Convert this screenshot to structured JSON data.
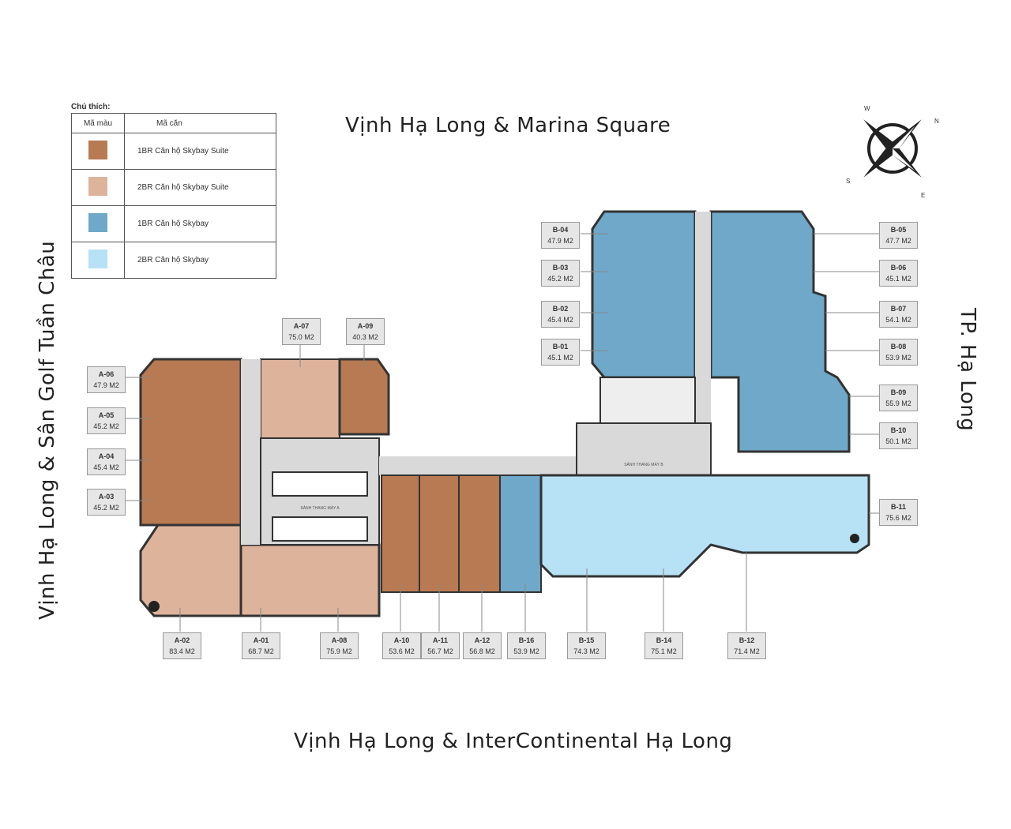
{
  "legend": {
    "title": "Chú thích:",
    "header_color": "Mã màu",
    "header_code": "Mã căn",
    "items": [
      {
        "label": "1BR Căn hộ Skybay Suite",
        "color": "#b87a52"
      },
      {
        "label": "2BR Căn hộ Skybay Suite",
        "color": "#ddb39c"
      },
      {
        "label": "1BR Căn hộ Skybay",
        "color": "#6fa8c8"
      },
      {
        "label": "2BR Căn hộ Skybay",
        "color": "#b7e1f5"
      }
    ]
  },
  "views": {
    "north": "Vịnh Hạ Long & Marina Square",
    "south": "Vịnh Hạ Long & InterContinental Hạ Long",
    "west": "Vịnh Hạ Long & Sân Golf Tuần Châu",
    "east": "TP. Hạ Long"
  },
  "compass": {
    "n": "N",
    "e": "E",
    "s": "S",
    "w": "W"
  },
  "lobbies": {
    "a": "SẢNH THANG MÁY A",
    "b": "SẢNH THANG MÁY B"
  },
  "units": [
    {
      "code": "A-06",
      "area": "47.9 M2"
    },
    {
      "code": "A-05",
      "area": "45.2 M2"
    },
    {
      "code": "A-04",
      "area": "45.4 M2"
    },
    {
      "code": "A-03",
      "area": "45.2 M2"
    },
    {
      "code": "A-07",
      "area": "75.0 M2"
    },
    {
      "code": "A-09",
      "area": "40.3 M2"
    },
    {
      "code": "A-02",
      "area": "83.4 M2"
    },
    {
      "code": "A-01",
      "area": "68.7 M2"
    },
    {
      "code": "A-08",
      "area": "75.9 M2"
    },
    {
      "code": "A-10",
      "area": "53.6 M2"
    },
    {
      "code": "A-11",
      "area": "56.7 M2"
    },
    {
      "code": "A-12",
      "area": "56.8 M2"
    },
    {
      "code": "B-16",
      "area": "53.9 M2"
    },
    {
      "code": "B-15",
      "area": "74.3 M2"
    },
    {
      "code": "B-14",
      "area": "75.1 M2"
    },
    {
      "code": "B-12",
      "area": "71.4 M2"
    },
    {
      "code": "B-04",
      "area": "47.9 M2"
    },
    {
      "code": "B-03",
      "area": "45.2 M2"
    },
    {
      "code": "B-02",
      "area": "45.4 M2"
    },
    {
      "code": "B-01",
      "area": "45.1 M2"
    },
    {
      "code": "B-05",
      "area": "47.7 M2"
    },
    {
      "code": "B-06",
      "area": "45.1 M2"
    },
    {
      "code": "B-07",
      "area": "54.1 M2"
    },
    {
      "code": "B-08",
      "area": "53.9 M2"
    },
    {
      "code": "B-09",
      "area": "55.9 M2"
    },
    {
      "code": "B-10",
      "area": "50.1 M2"
    },
    {
      "code": "B-11",
      "area": "75.6 M2"
    }
  ]
}
